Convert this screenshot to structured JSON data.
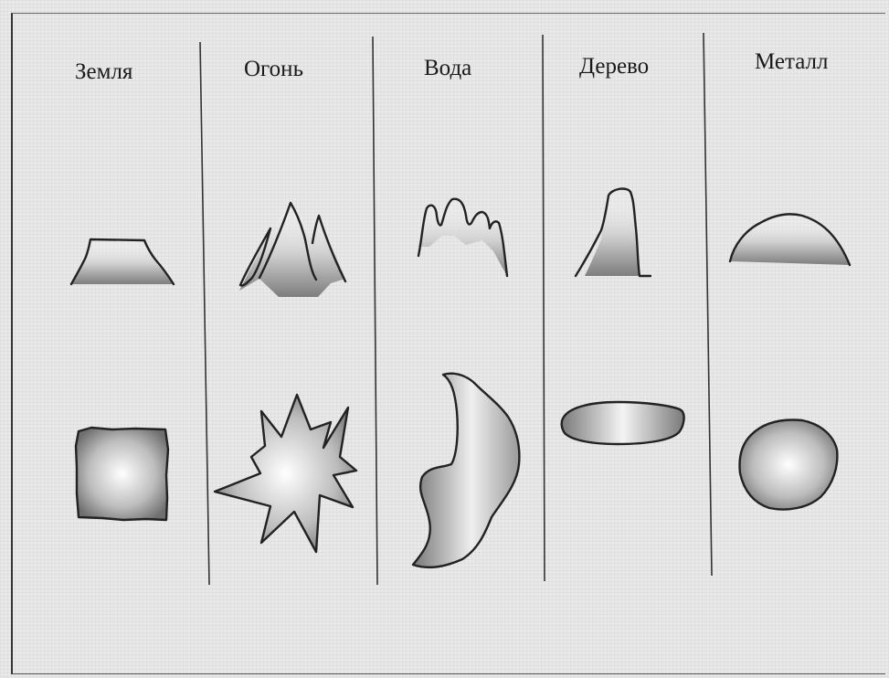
{
  "columns": [
    {
      "label": "Земля"
    },
    {
      "label": "Огонь"
    },
    {
      "label": "Вода"
    },
    {
      "label": "Дерево"
    },
    {
      "label": "Металл"
    }
  ]
}
